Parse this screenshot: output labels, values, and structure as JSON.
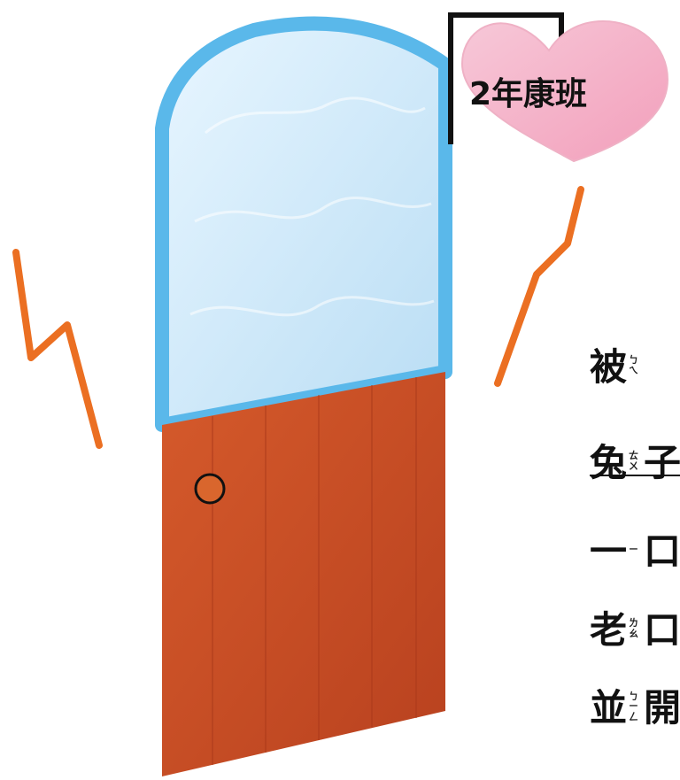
{
  "sign": {
    "text": "2年康班"
  },
  "text_lines": [
    {
      "char": "被",
      "zhuyin": [
        "ㄅ",
        "ㄟ"
      ],
      "next": ""
    },
    {
      "char": "兔",
      "zhuyin": [
        "ㄊ",
        "ㄨ"
      ],
      "next": "子"
    },
    {
      "char": "一",
      "zhuyin": [
        "ㄧ"
      ],
      "next": "口"
    },
    {
      "char": "老",
      "zhuyin": [
        "ㄌ",
        "ㄠ"
      ],
      "next": "口"
    },
    {
      "char": "並",
      "zhuyin": [
        "ㄅ",
        "ㄧ",
        "ㄥ"
      ],
      "next": "開"
    }
  ],
  "colors": {
    "glass": "#cde9f8",
    "frame": "#5ab8ea",
    "door": "#c84b23",
    "door_dark": "#a9381a",
    "knob": "#d9662d",
    "lightning": "#eb6f22",
    "heart": "#f2a7bd",
    "heart_light": "#f8cfdd"
  }
}
